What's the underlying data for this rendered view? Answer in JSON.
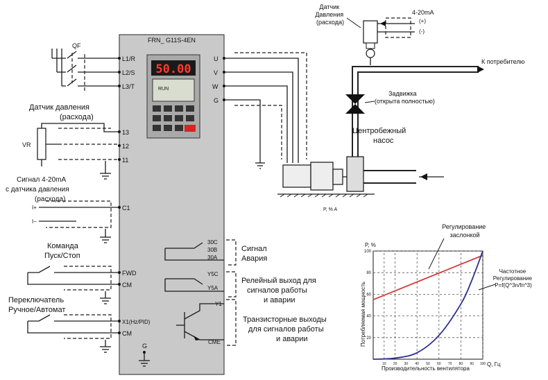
{
  "inverter": {
    "model": "FRN_ G11S-4EN",
    "display": "50.00",
    "run_label": "RUN"
  },
  "power_terminals": [
    "L1/R",
    "L2/S",
    "L3/T"
  ],
  "breaker_label": "QF",
  "motor_terminals": [
    "U",
    "V",
    "W",
    "G"
  ],
  "analog_terminals": [
    "13",
    "12",
    "11"
  ],
  "current_terminal": "C1",
  "current_signs": [
    "I+",
    "I−"
  ],
  "vr_label": "VR",
  "control_terminals": [
    "FWD",
    "CM",
    "X1(Hz/PID)",
    "CM"
  ],
  "relay_terminals": [
    "30C",
    "30B",
    "30A"
  ],
  "relay2_terminals": [
    "Y5C",
    "Y5A"
  ],
  "transistor_terminals": [
    "Y1",
    "CME"
  ],
  "ground_label": "G",
  "labels": {
    "pressure_sensor_top": "Датчик давления (расхода)",
    "pressure_sensor": "Датчик  давления (расхода)",
    "signal_4_20": "Сигнал 4-20mA с датчика давления (расхода)",
    "start_stop": "Команда Пуск/Стоп",
    "switch": "Переключатель Ручное/Автомат",
    "alarm": "Сигнал Авария",
    "relay_out": "Релейный выход для сигналов работы и аварии",
    "transistor_out": "Транзисторные выходы для сигналов работы и аварии",
    "ma_label": "4-20mA",
    "plus": "(+)",
    "minus": "(-)",
    "consumer": "К потребителю",
    "valve": "Задвижка (открыта полностью)",
    "pump": "Центробежный насос",
    "motor_label": "P, % A",
    "throttle": "Регулирование заслонкой",
    "freq_reg": "Частотное Регулирование P=f(Q^3n/fn^3)"
  },
  "chart_data": {
    "type": "line",
    "title": "",
    "xlabel": "Производительность вентилятора",
    "x_unit": "Q, Гц",
    "ylabel": "Потребляемая мощность",
    "y_unit": "P, %",
    "xlim": [
      0,
      100
    ],
    "ylim": [
      0,
      100
    ],
    "x_ticks": [
      "10",
      "20",
      "30",
      "40",
      "50",
      "60",
      "70",
      "80",
      "90",
      "100"
    ],
    "y_ticks": [
      "20",
      "40",
      "60",
      "80",
      "100"
    ],
    "series": [
      {
        "name": "Регулирование заслонкой",
        "color": "#d63a3a",
        "x": [
          0,
          100
        ],
        "y": [
          55,
          96
        ]
      },
      {
        "name": "Частотное Регулирование",
        "color": "#2d2f8f",
        "x": [
          0,
          20,
          40,
          60,
          80,
          90,
          100
        ],
        "y": [
          0,
          1,
          6,
          22,
          51,
          73,
          100
        ]
      }
    ]
  }
}
